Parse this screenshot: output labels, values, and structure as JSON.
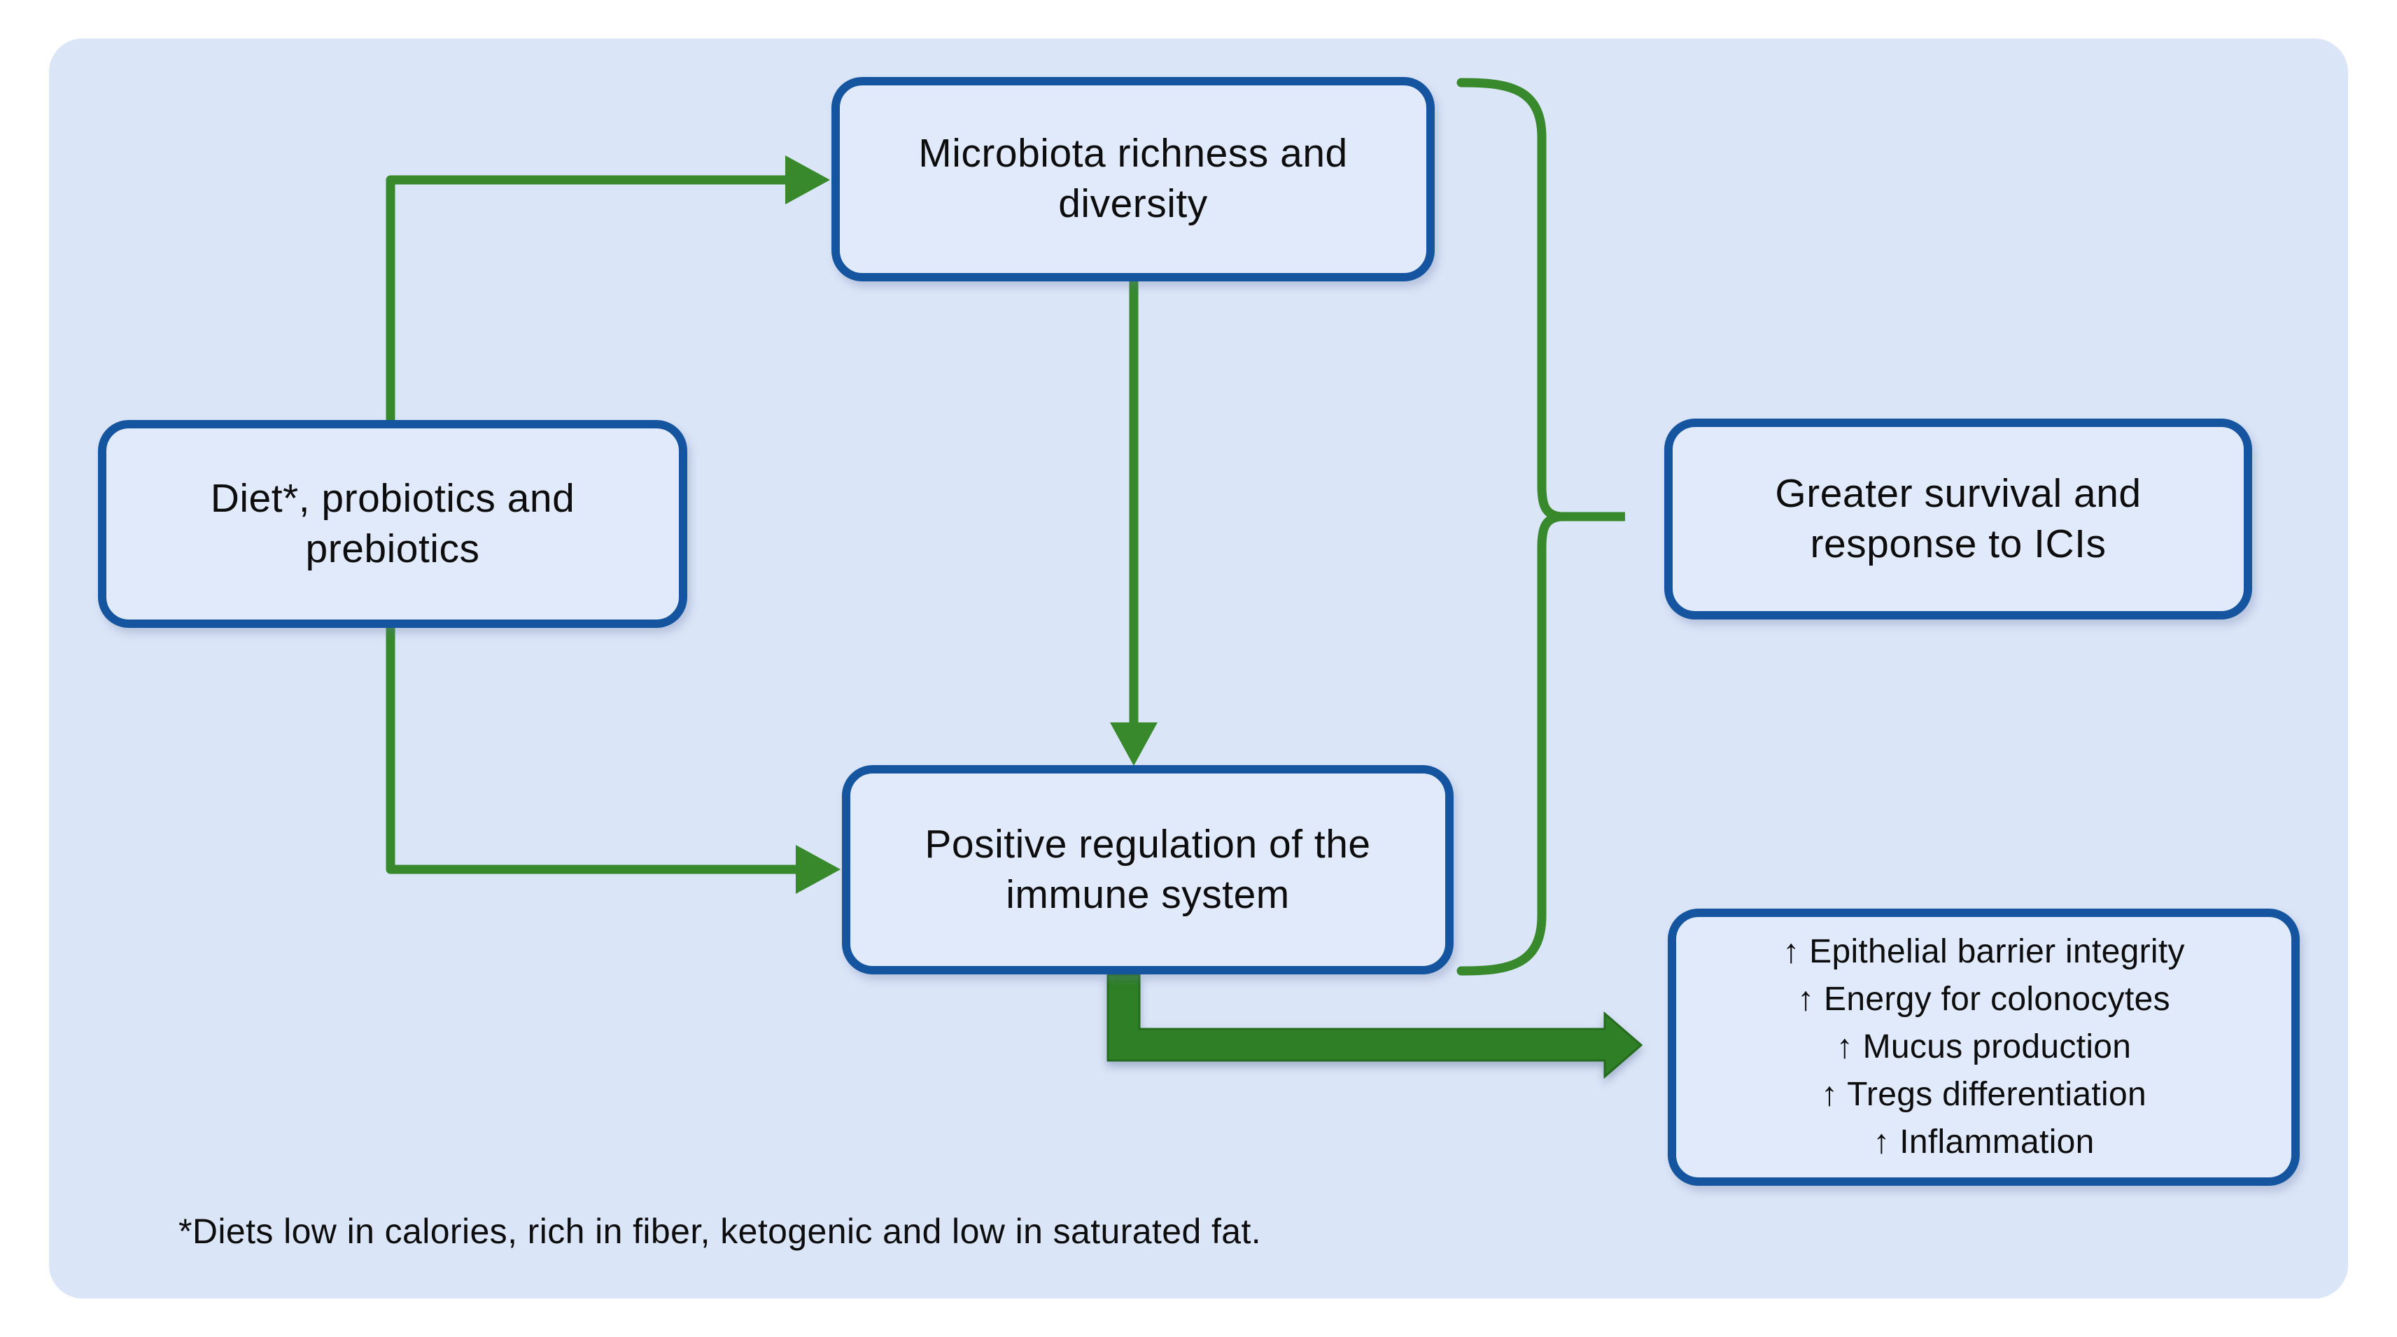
{
  "colors": {
    "box_border": "#15549e",
    "box_fill": "#e0eafb",
    "panel_bg": "#dbe5f8",
    "arrow_green": "#37892c",
    "thick_green": "#2e7f26",
    "text_color": "#0d0d0d"
  },
  "boxes": {
    "diet": {
      "label": "Diet*, probiotics and\nprebiotics"
    },
    "microbiota": {
      "label": "Microbiota richness and\ndiversity"
    },
    "positive_regulation": {
      "label": "Positive regulation of the\nimmune system"
    },
    "greater_survival": {
      "label": "Greater survival and\nresponse to ICIs"
    },
    "outcomes": {
      "lines": [
        "↑ Epithelial barrier integrity",
        "↑ Energy for colonocytes",
        "↑ Mucus production",
        "↑ Tregs differentiation",
        "↑ Inflammation"
      ]
    }
  },
  "footnote": "*Diets low in calories, rich in fiber, ketogenic and low in saturated fat."
}
